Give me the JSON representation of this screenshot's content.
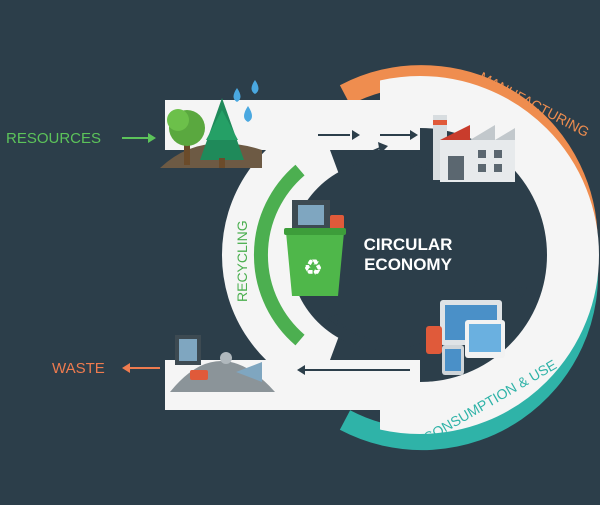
{
  "center": {
    "line1": "CIRCULAR",
    "line2": "ECONOMY"
  },
  "labels": {
    "resources": "RESOURCES",
    "manufacturing": "MANUFACTURING",
    "consumption": "CONSUMPTION & USE",
    "recycling": "RECYCLING",
    "waste": "WASTE"
  },
  "colors": {
    "background": "#2c3e4a",
    "manufacturing": "#ef8d4f",
    "consumption": "#2fb3a8",
    "recycling": "#4caf50",
    "waste": "#ef7b4f",
    "resources": "#5cc35a",
    "track": "#f5f5f5",
    "arrow": "#2c3e4a"
  },
  "icons": [
    "tree-icon",
    "water-drop-icon",
    "factory-icon",
    "devices-icon",
    "recycle-bin-icon",
    "waste-pile-icon"
  ]
}
